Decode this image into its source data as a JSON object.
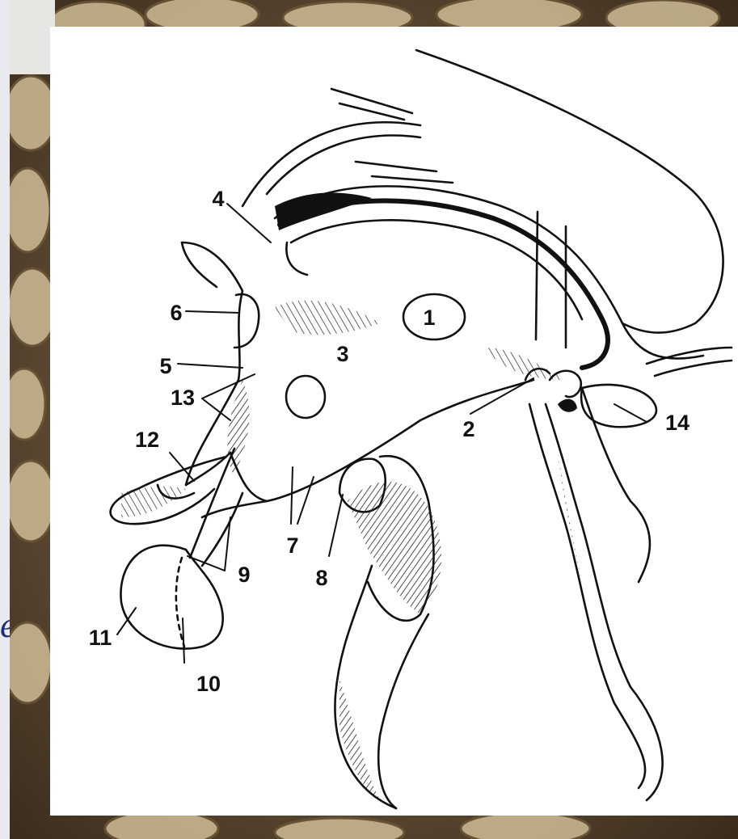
{
  "figure": {
    "labels": {
      "l1": "1",
      "l2": "2",
      "l3": "3",
      "l4": "4",
      "l5": "5",
      "l6": "6",
      "l7": "7",
      "l8": "8",
      "l9": "9",
      "l10": "10",
      "l11": "11",
      "l12": "12",
      "l13": "13",
      "l14": "14"
    }
  },
  "side_panel": {
    "glyph": "e"
  },
  "colors": {
    "ink": "#111111",
    "paper": "#ffffff",
    "panel": "#e9eaf0",
    "glyph": "#1e2f78"
  }
}
